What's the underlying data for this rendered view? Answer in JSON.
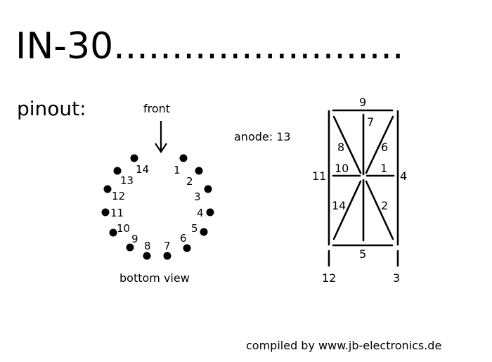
{
  "title": "IN-30.........................",
  "subtitle": "pinout:",
  "front_label": "front",
  "bottom_view_label": "bottom view",
  "anode_label": "anode: 13",
  "credit": "compiled by www.jb-electronics.de",
  "socket_pins": [
    "1",
    "2",
    "3",
    "4",
    "5",
    "6",
    "7",
    "8",
    "9",
    "10",
    "11",
    "12",
    "13",
    "14"
  ],
  "segment_labels": {
    "top": "9",
    "center_top": "7",
    "diag_upper_left": "8",
    "diag_upper_right": "6",
    "mid_left": "10",
    "mid_right": "1",
    "left_side": "11",
    "right_side": "4",
    "diag_lower_left": "14",
    "diag_lower_right": "2",
    "bottom": "5",
    "lead_left": "12",
    "lead_right": "3"
  },
  "colors": {
    "ink": "#000000",
    "background": "#ffffff"
  }
}
